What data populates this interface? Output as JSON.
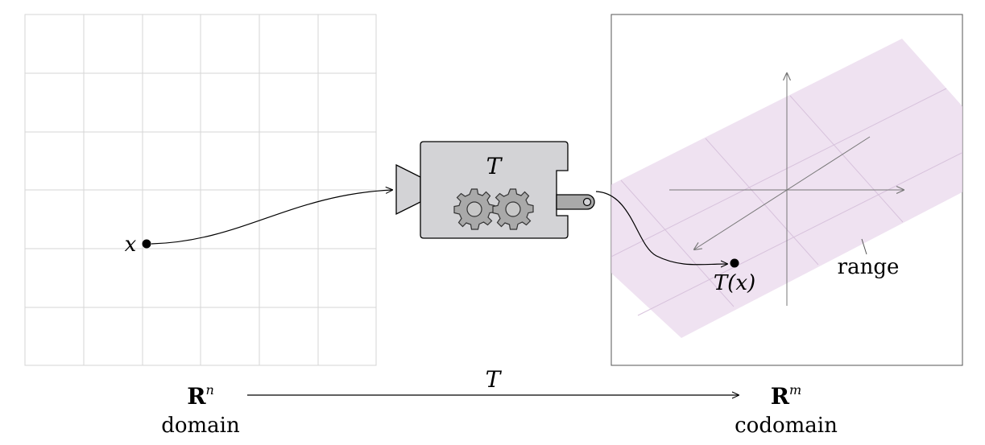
{
  "machine": {
    "label": "T"
  },
  "domain_panel": {
    "point_label": "x"
  },
  "codomain_panel": {
    "point_label": "T(x)",
    "range_label": "range"
  },
  "bottom": {
    "domain_symbol": "R",
    "domain_exp": "n",
    "domain_word": "domain",
    "map_label": "T",
    "codomain_symbol": "R",
    "codomain_exp": "m",
    "codomain_word": "codomain"
  },
  "colors": {
    "grid": "#d6d6d6",
    "machine_fill": "#d3d3d6",
    "gear_fill": "#a9a9a9",
    "range_plane": "#e9d8ec",
    "ink": "#000000"
  }
}
